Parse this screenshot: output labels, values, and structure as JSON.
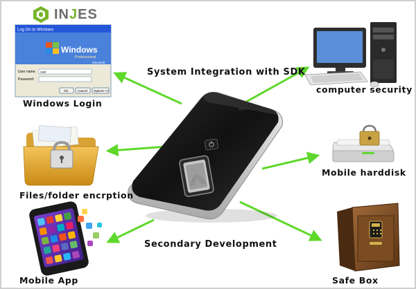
{
  "brand": {
    "prefix": "IN",
    "highlight": "J",
    "suffix": "ES"
  },
  "hub": {
    "name": "fingerprint-scanner-device"
  },
  "captions": {
    "top": "System Integration with SDK",
    "bottom": "Secondary Development"
  },
  "nodes": {
    "windows_login": "Windows Login",
    "files_folder": "Files/folder encrption",
    "mobile_app": "Mobile App",
    "computer_security": "computer security",
    "mobile_harddisk": "Mobile harddisk",
    "safe_box": "Safe Box"
  },
  "windows_dialog": {
    "title": "Log On to Windows",
    "brand": "Windows",
    "edition": "Professional",
    "vendor": "Microsoft",
    "user_label": "User name:",
    "user_value": "user",
    "password_label": "Password:",
    "ok": "OK",
    "cancel": "Cancel",
    "options": "Options >>"
  },
  "colors": {
    "arrow": "#5fd82c",
    "brand_green": "#78b52b",
    "frame": "#cfcfcf"
  }
}
